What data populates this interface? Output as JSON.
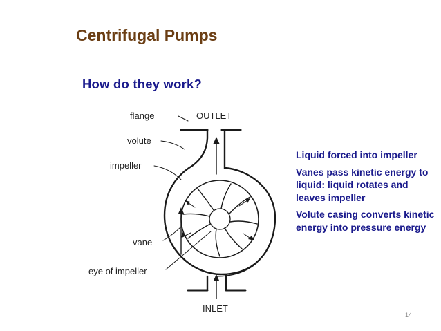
{
  "slide": {
    "title": "Centrifugal Pumps",
    "subtitle": "How do they work?",
    "page_number": "14"
  },
  "diagram": {
    "labels": {
      "flange": "flange",
      "outlet": "OUTLET",
      "volute": "volute",
      "impeller": "impeller",
      "vane": "vane",
      "eye": "eye of impeller",
      "inlet": "INLET"
    }
  },
  "bullets": [
    "Liquid forced into impeller",
    "Vanes pass kinetic energy to liquid: liquid rotates and leaves impeller",
    "Volute casing converts kinetic energy into pressure energy"
  ],
  "colors": {
    "title": "#6b3e14",
    "text": "#1a1a8c"
  }
}
